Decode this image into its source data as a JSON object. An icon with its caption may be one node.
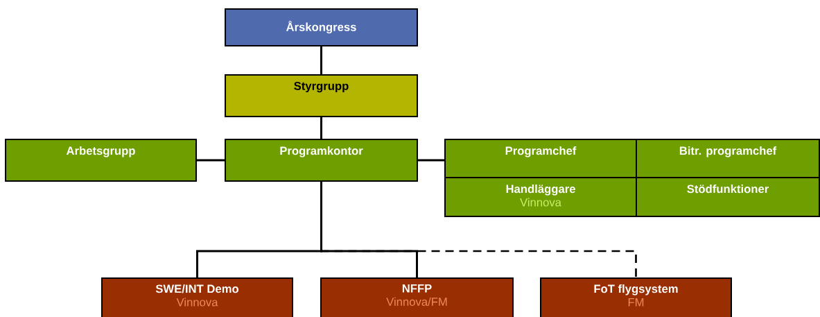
{
  "diagram": {
    "nodes": [
      {
        "text": [
          "Årskongress"
        ]
      },
      {
        "text": [
          "Styrgrupp"
        ]
      },
      {
        "text": [
          "Arbetsgrupp"
        ]
      },
      {
        "text": [
          "Programkontor"
        ]
      },
      {
        "text": [
          "Programchef"
        ]
      },
      {
        "text": [
          "Bitr. programchef"
        ]
      },
      {
        "text": [
          "Handläggare",
          "Vinnova"
        ]
      },
      {
        "text": [
          "Stödfunktioner"
        ]
      },
      {
        "text": [
          "SWE/INT Demo",
          "Vinnova"
        ]
      },
      {
        "text": [
          "NFFP",
          "Vinnova/FM"
        ]
      },
      {
        "text": [
          "FoT flygsystem",
          "FM"
        ]
      }
    ],
    "edges": [
      {
        "from": 0,
        "to": 1,
        "arrow": "none"
      },
      {
        "from": 1,
        "to": 3,
        "arrow": "none"
      },
      {
        "from": 2,
        "to": 3,
        "arrow": "none"
      },
      {
        "from": 3,
        "to": 4,
        "arrow": "none"
      },
      {
        "from": 3,
        "to": 8,
        "arrow": "none"
      },
      {
        "from": 3,
        "to": 9,
        "arrow": "none"
      },
      {
        "from": 3,
        "to": 10,
        "arrow": "none",
        "style": "dashed"
      }
    ]
  }
}
